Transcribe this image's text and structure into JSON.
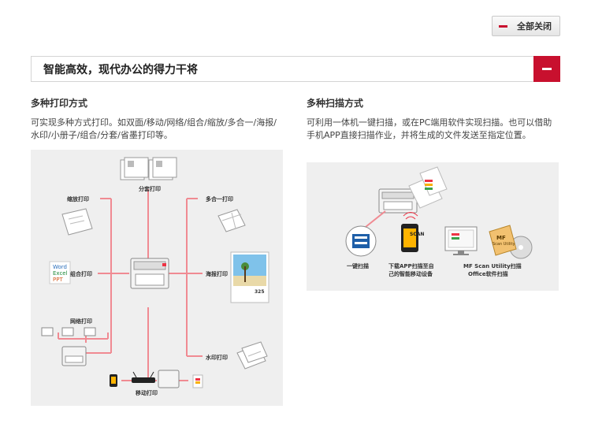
{
  "toolbar": {
    "collapse_all_label": "全部关闭"
  },
  "section": {
    "title": "智能高效，现代办公的得力干将"
  },
  "print": {
    "heading": "多种打印方式",
    "description": "可实现多种方式打印。如双面/移动/网络/组合/缩放/多合一/海报/水印/小册子/组合/分套/省墨打印等。",
    "labels": {
      "collate": "分套打印",
      "booklet": "缩放打印",
      "multi_up": "多合一打印",
      "combine": "组合打印",
      "poster": "海报打印",
      "network": "网络打印",
      "watermark": "水印打印",
      "mobile": "移动打印"
    },
    "doc_types": [
      "Word",
      "Excel",
      "PPT"
    ],
    "poster_number": "325"
  },
  "scan": {
    "heading": "多种扫描方式",
    "description": "可利用一体机一键扫描，或在PC端用软件实现扫描。也可以借助手机APP直接扫描作业，并将生成的文件发送至指定位置。",
    "labels": {
      "one_touch": "一键扫描",
      "app_line1": "下载APP扫描至自",
      "app_line2": "己的智能移动设备",
      "pc_line1": "MF Scan Utility扫描",
      "pc_line2": "Office软件扫描"
    },
    "phone_text": "SCAN",
    "box_text_1": "MF",
    "box_text_2": "Scan Utility"
  },
  "colors": {
    "accent": "#c8102e",
    "connector": "#f08a92"
  }
}
